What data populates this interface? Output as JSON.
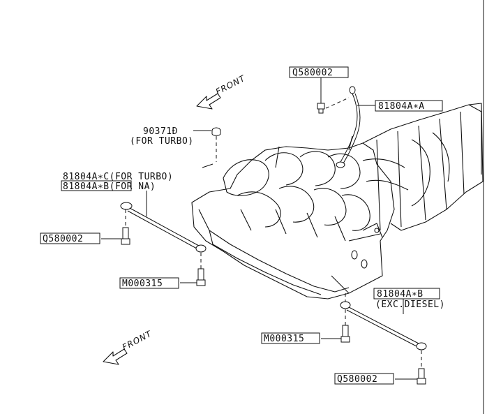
{
  "labels": {
    "front_top": "FRONT",
    "front_bottom": "FRONT",
    "part_903710": "90371Ð",
    "part_903710_note": "(FOR TURBO)",
    "part_q580002_top": "Q580002",
    "part_81804a_a": "81804A∗A",
    "part_81804a_c": "81804A∗C(FOR TURBO)",
    "part_81804a_b_na": "81804A∗B(FOR NA)",
    "part_q580002_left": "Q580002",
    "part_m000315_left": "M000315",
    "part_81804a_b_right": "81804A∗B",
    "part_81804a_b_right_note": "(EXC.DIESEL)",
    "part_m000315_right": "M000315",
    "part_q580002_bottom": "Q580002"
  },
  "icons": {
    "front_arrow": "front-arrow-icon",
    "bolt": "bolt-icon",
    "strap": "ground-strap-icon",
    "plug": "plug-icon"
  }
}
